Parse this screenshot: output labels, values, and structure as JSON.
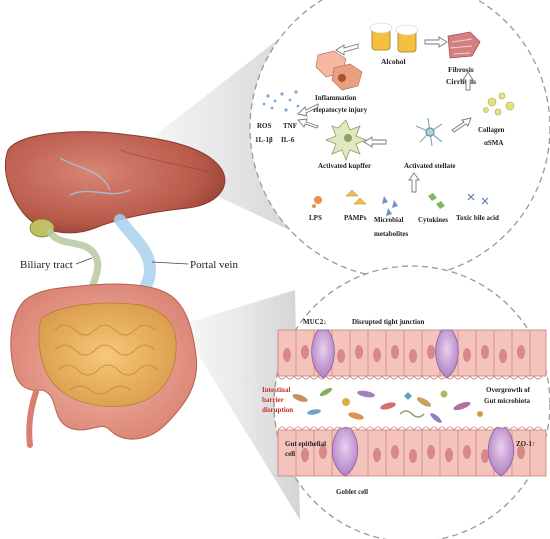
{
  "labels": {
    "alcohol": "Alcohol",
    "fibrosis": "Fibrosis",
    "cirrhosis": "Cirrhosis",
    "inflammation": "Inflammation",
    "hepatocyte_injury": "Hepatocyte injury",
    "ros": "ROS",
    "tnf": "TNF",
    "il1b": "1L-1β",
    "il6": "IL-6",
    "collagen": "Collagen",
    "asma": "αSMA",
    "activated_kupffer": "Activated kupffer",
    "activated_stellate": "Activated stellate",
    "lps": "LPS",
    "pamps": "PAMPs",
    "microbial": "Microbial",
    "metabolites": "metabolites",
    "cytokines": "Cytokines",
    "toxic_bile_acid": "Toxic bile acid",
    "biliary_tract": "Biliary tract",
    "portal_vein": "Portal vein",
    "muc2": "MUC2↓",
    "disrupted_tight_junction": "Disrupted tight junction",
    "intestinal_barrier_1": "Intestinal",
    "intestinal_barrier_2": "barrier",
    "intestinal_barrier_3": "disruption",
    "overgrowth_1": "Overgrowth of",
    "overgrowth_2": "Gut microbiota",
    "gut_epithelial_1": "Gut epithelial",
    "gut_epithelial_2": "cell",
    "zo1": "ZO-1↑",
    "goblet_cell": "Goblet cell"
  },
  "colors": {
    "liver": "#c46a5a",
    "liver_dark": "#9c4638",
    "intestine": "#e8a090",
    "small_intestine": "#e8b060",
    "epithelium": "#f0b8b0",
    "goblet": "#c090c8",
    "red_label": "#c0302a",
    "portal_vein": "#a8d0ec",
    "biliary": "#b8c8a0"
  }
}
